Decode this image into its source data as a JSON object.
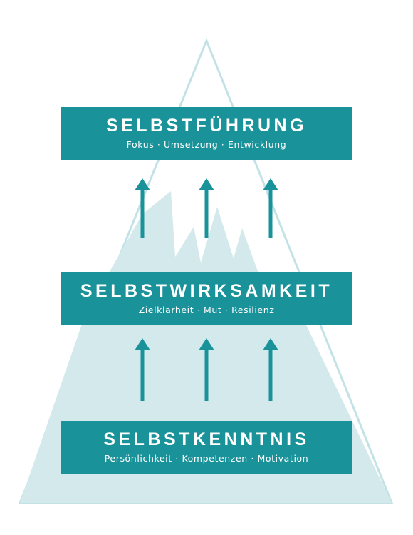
{
  "colors": {
    "box_fill": "#1a929a",
    "arrow": "#1a929a",
    "mountain_fill": "#d4e9ec",
    "mountain_outline": "#bfe0e4",
    "text": "#ffffff"
  },
  "levels": [
    {
      "title": "SELBSTFÜHRUNG",
      "subtitle": "Fokus · Umsetzung · Entwicklung"
    },
    {
      "title": "SELBSTWIRKSAMKEIT",
      "subtitle": "Zielklarheit · Mut · Resilienz"
    },
    {
      "title": "SELBSTKENNTNIS",
      "subtitle": "Persönlichkeit · Kompetenzen · Motivation"
    }
  ],
  "arrows_per_gap": 3
}
